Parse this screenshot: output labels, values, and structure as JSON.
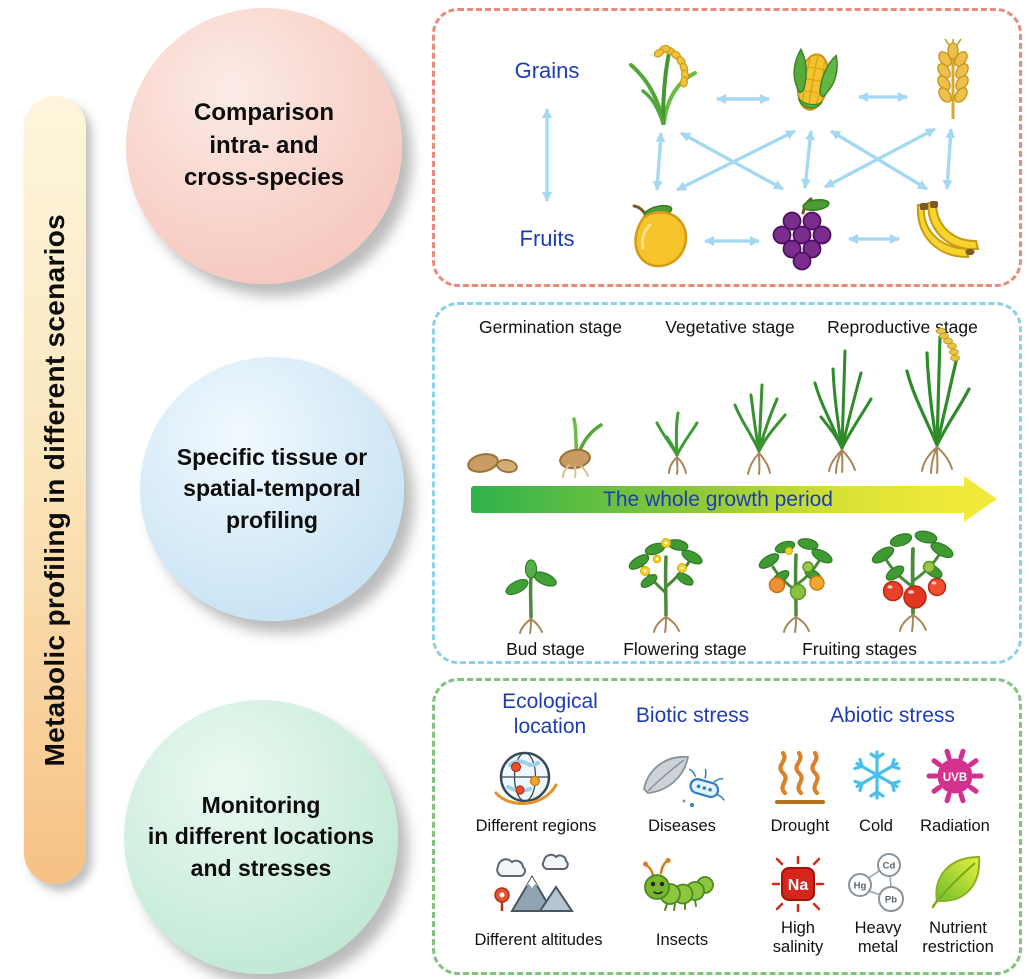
{
  "sidebar": {
    "title": "Metabolic profiling in different scenarios"
  },
  "bubbles": {
    "comparison": "Comparison\nintra- and\ncross-species",
    "tissue": "Specific tissue or\nspatial-temporal\nprofiling",
    "monitoring": "Monitoring\nin different locations\nand stresses"
  },
  "species_panel": {
    "grains_label": "Grains",
    "fruits_label": "Fruits",
    "grain_icons": [
      "rice-icon",
      "corn-icon",
      "wheat-icon"
    ],
    "fruit_icons": [
      "mango-icon",
      "grapes-icon",
      "banana-icon"
    ]
  },
  "growth_panel": {
    "top_stages": [
      "Germination stage",
      "Vegetative stage",
      "Reproductive stage"
    ],
    "arrow_label": "The whole growth period",
    "bottom_stages": [
      "Bud stage",
      "Flowering stage",
      "Fruiting stages"
    ]
  },
  "monitoring_panel": {
    "headers": [
      "Ecological\nlocation",
      "Biotic stress",
      "Abiotic stress"
    ],
    "row1_labels": [
      "Different regions",
      "Diseases",
      "Drought",
      "Cold",
      "Radiation"
    ],
    "row2_labels": [
      "Different altitudes",
      "Insects",
      "High\nsalinity",
      "Heavy\nmetal",
      "Nutrient\nrestriction"
    ],
    "radiation_text": "UVB",
    "salinity_text": "Na",
    "metal_texts": [
      "Cd",
      "Hg",
      "Pb"
    ],
    "row1_icons": [
      "globe-icon",
      "disease-icon",
      "drought-icon",
      "snowflake-icon",
      "uvb-radiation-icon"
    ],
    "row2_icons": [
      "altitude-icon",
      "caterpillar-icon",
      "sodium-icon",
      "heavy-metal-icon",
      "nutrient-leaf-icon"
    ]
  },
  "colors": {
    "heading_blue": "#1d3db5",
    "species_panel_border": "#ea8a7c",
    "growth_panel_border": "#8cd0ea",
    "monitor_panel_border": "#82c27e",
    "network_arrow_blue": "#a5d8f1",
    "growth_gradient_start": "#2eb34a",
    "growth_gradient_end": "#f2ea3a",
    "sidebar_gradient_top": "#fdf5dc",
    "sidebar_gradient_bottom": "#f6c184"
  }
}
